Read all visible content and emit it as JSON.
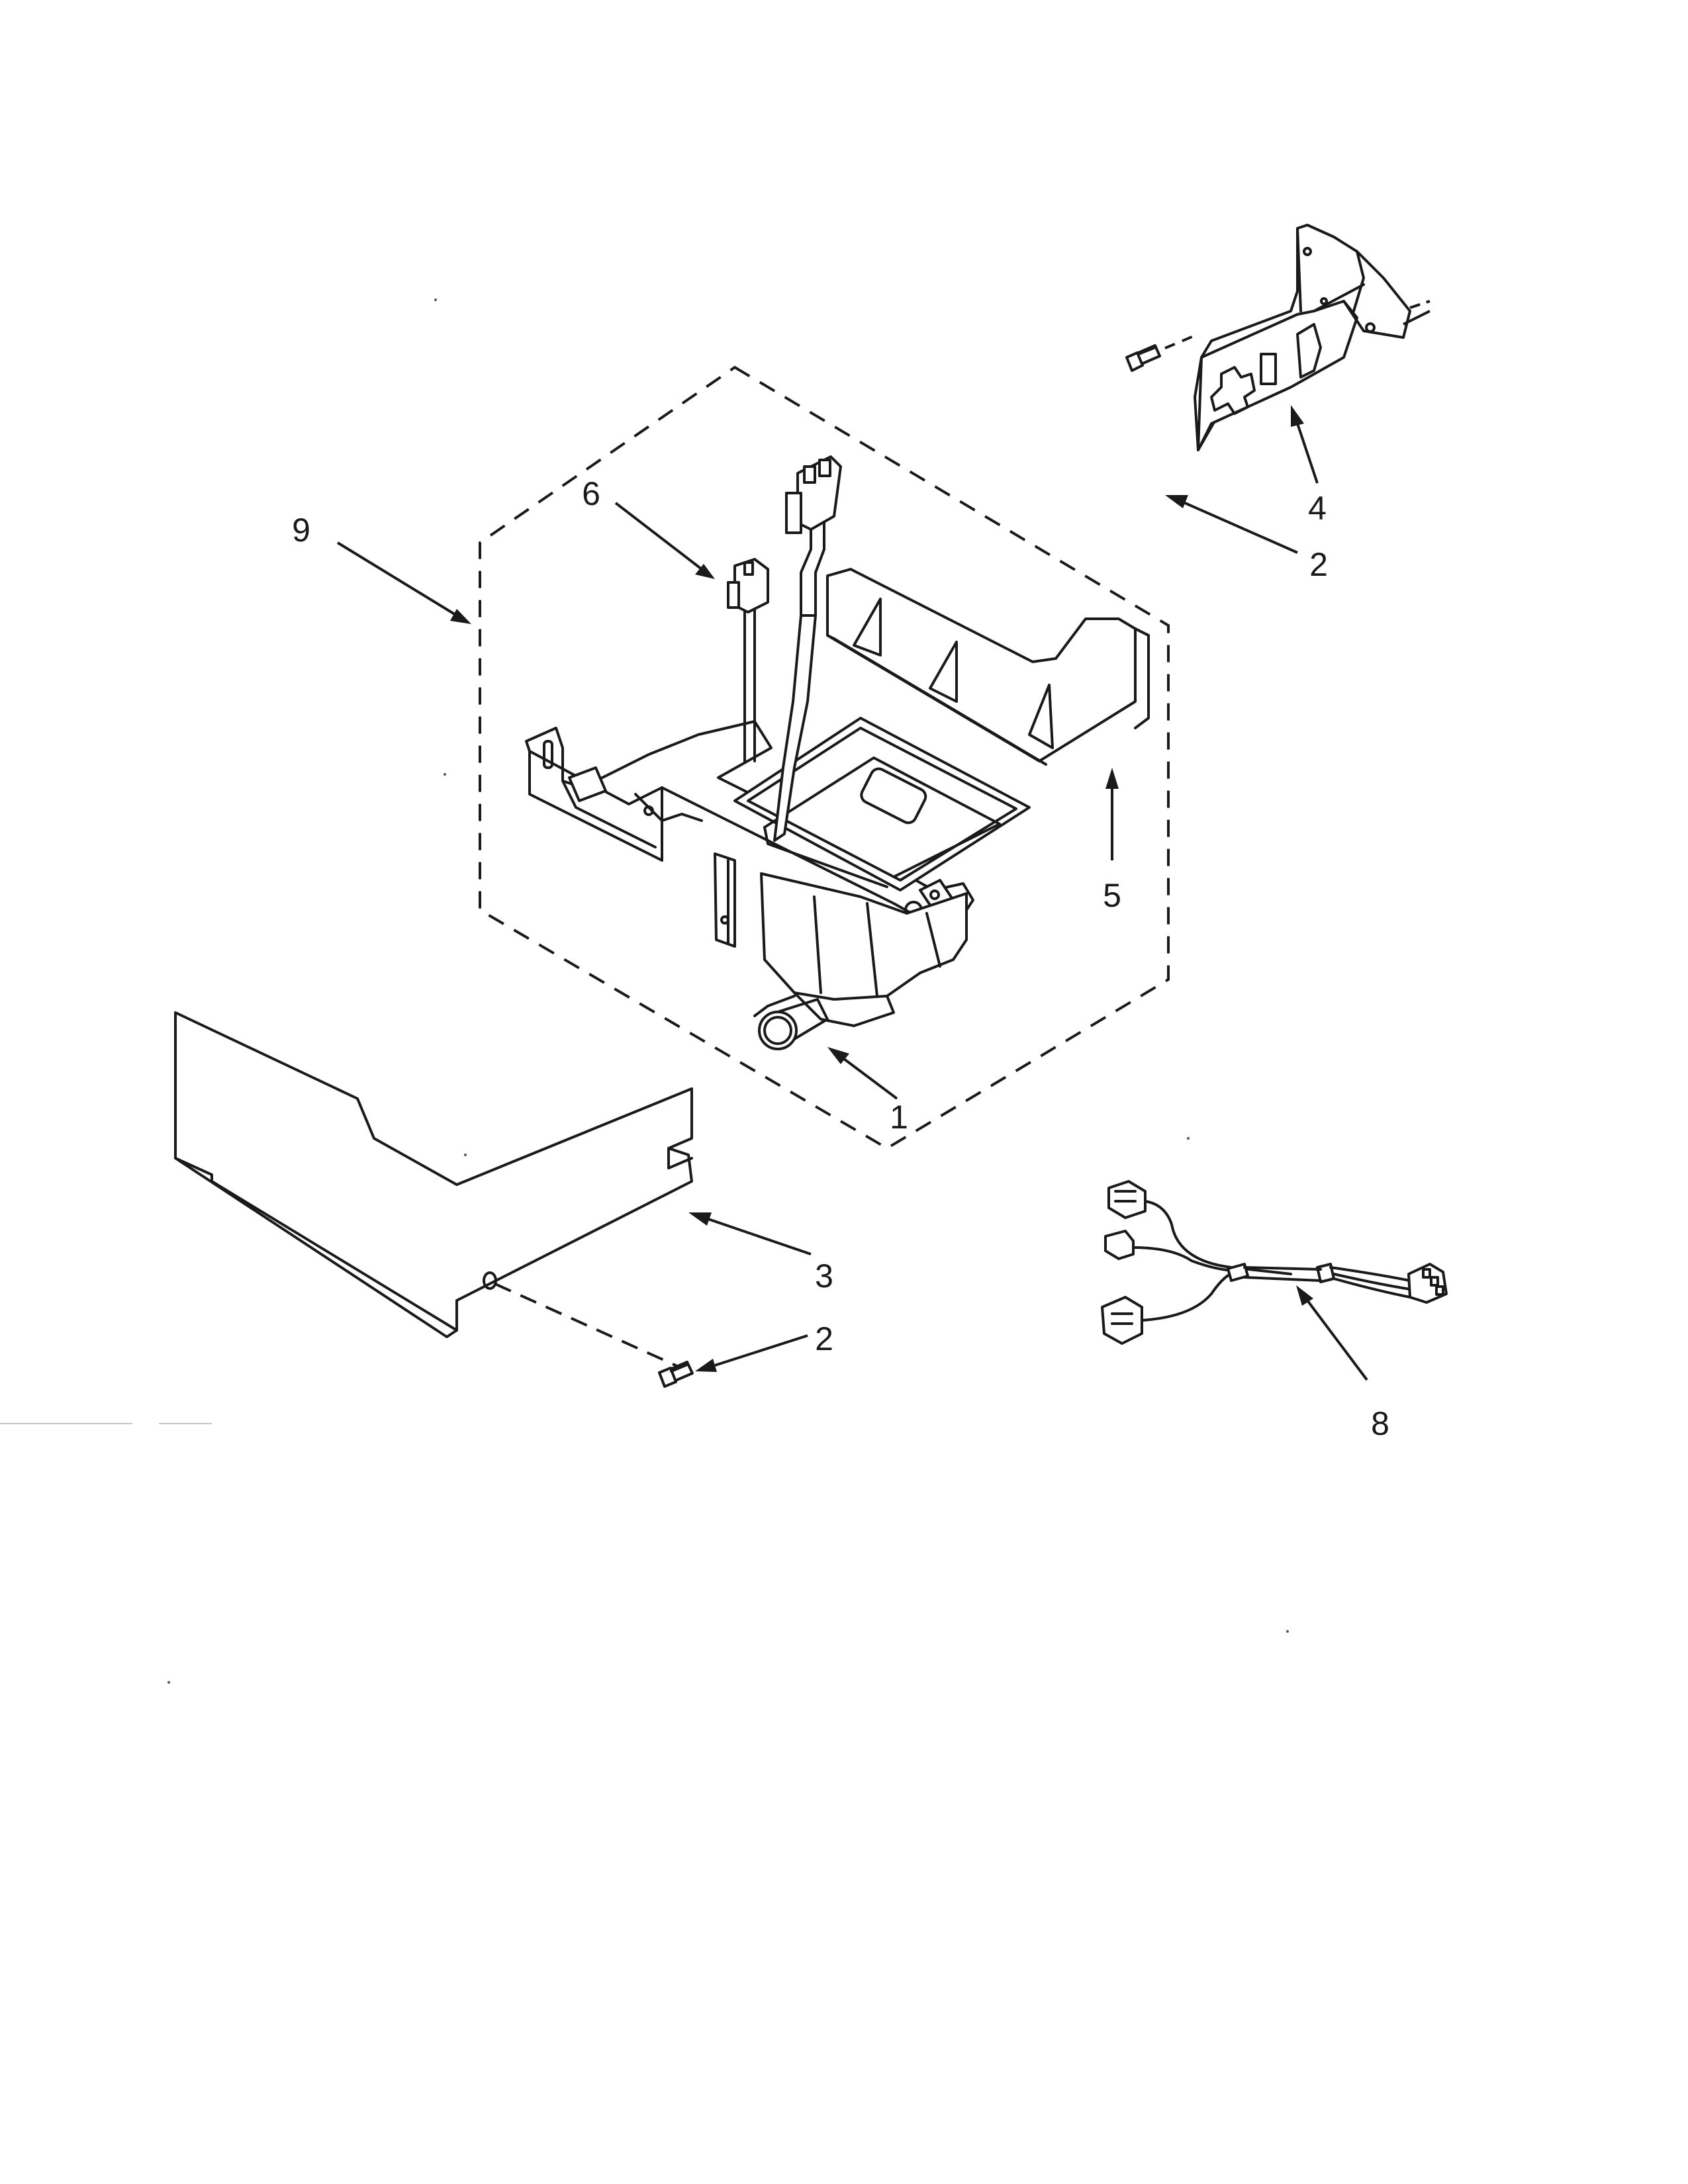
{
  "callouts": [
    {
      "id": "c1",
      "label": "1"
    },
    {
      "id": "c2a",
      "label": "2"
    },
    {
      "id": "c2b",
      "label": "2"
    },
    {
      "id": "c3",
      "label": "3"
    },
    {
      "id": "c4",
      "label": "4"
    },
    {
      "id": "c5",
      "label": "5"
    },
    {
      "id": "c6",
      "label": "6"
    },
    {
      "id": "c8",
      "label": "8"
    },
    {
      "id": "c9",
      "label": "9"
    }
  ],
  "colors": {
    "line": "#1a1a1a",
    "background": "#ffffff"
  }
}
